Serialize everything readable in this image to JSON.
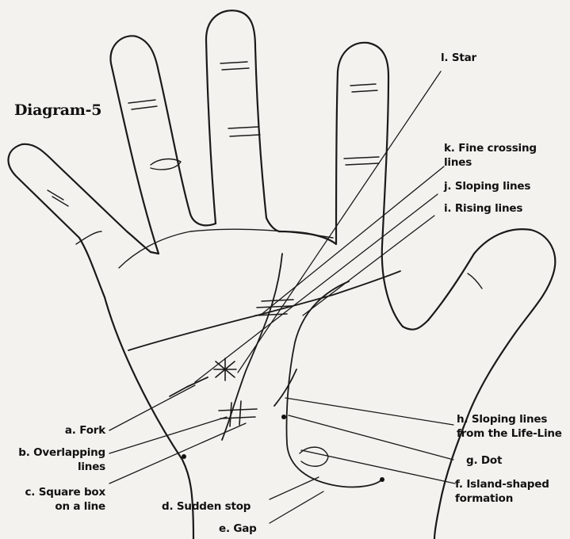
{
  "title": "Diagram-5",
  "labels": {
    "a": [
      "a. Fork"
    ],
    "b": [
      "b. Overlapping",
      "lines"
    ],
    "c": [
      "c. Square box",
      "on a line"
    ],
    "d": [
      "d. Sudden stop"
    ],
    "e": [
      "e. Gap"
    ],
    "f": [
      "f. Island-shaped",
      "formation"
    ],
    "g": [
      "g. Dot"
    ],
    "h": [
      "h. Sloping lines",
      "from the Life-Line"
    ],
    "i": [
      "i. Rising lines"
    ],
    "j": [
      "j. Sloping lines"
    ],
    "k": [
      "k. Fine crossing",
      "lines"
    ],
    "l": [
      "l. Star"
    ]
  }
}
